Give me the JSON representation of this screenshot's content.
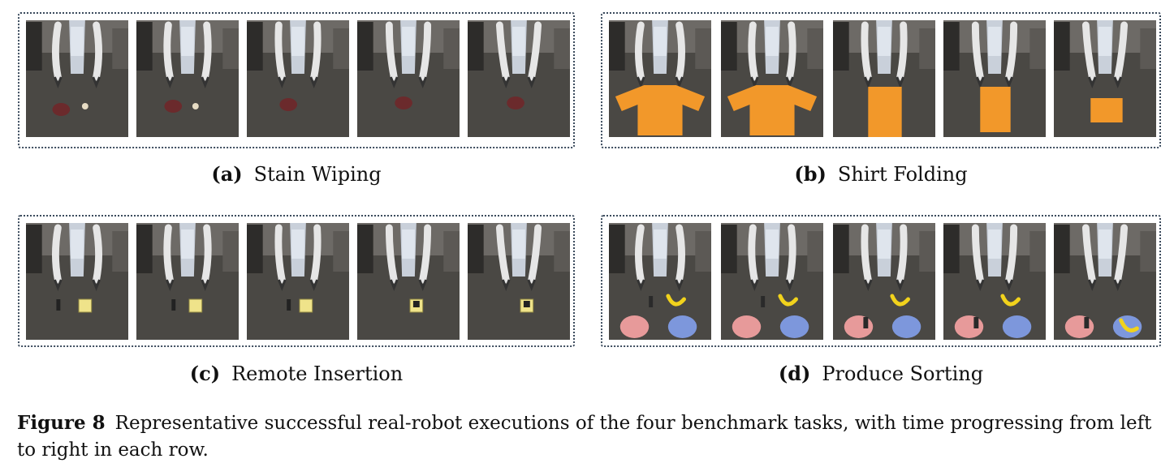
{
  "panels": [
    {
      "label": "(a)",
      "title": "Stain Wiping",
      "scene": "wipe"
    },
    {
      "label": "(b)",
      "title": "Shirt Folding",
      "scene": "shirt"
    },
    {
      "label": "(c)",
      "title": "Remote Insertion",
      "scene": "remote"
    },
    {
      "label": "(d)",
      "title": "Produce Sorting",
      "scene": "produce"
    }
  ],
  "caption": {
    "label": "Figure 8",
    "text": "Representative successful real-robot executions of the four benchmark tasks, with time progressing from left to right in each row."
  },
  "colors": {
    "border": "#3a4a5c",
    "table_white": "#ecebe8",
    "table_blue": "#3f4f88",
    "shirt_orange": "#f2982a",
    "stain": "#6b2a2c",
    "plate_pink": "#e79a9a",
    "plate_blue": "#7d97dc",
    "banana": "#f1d21c"
  }
}
